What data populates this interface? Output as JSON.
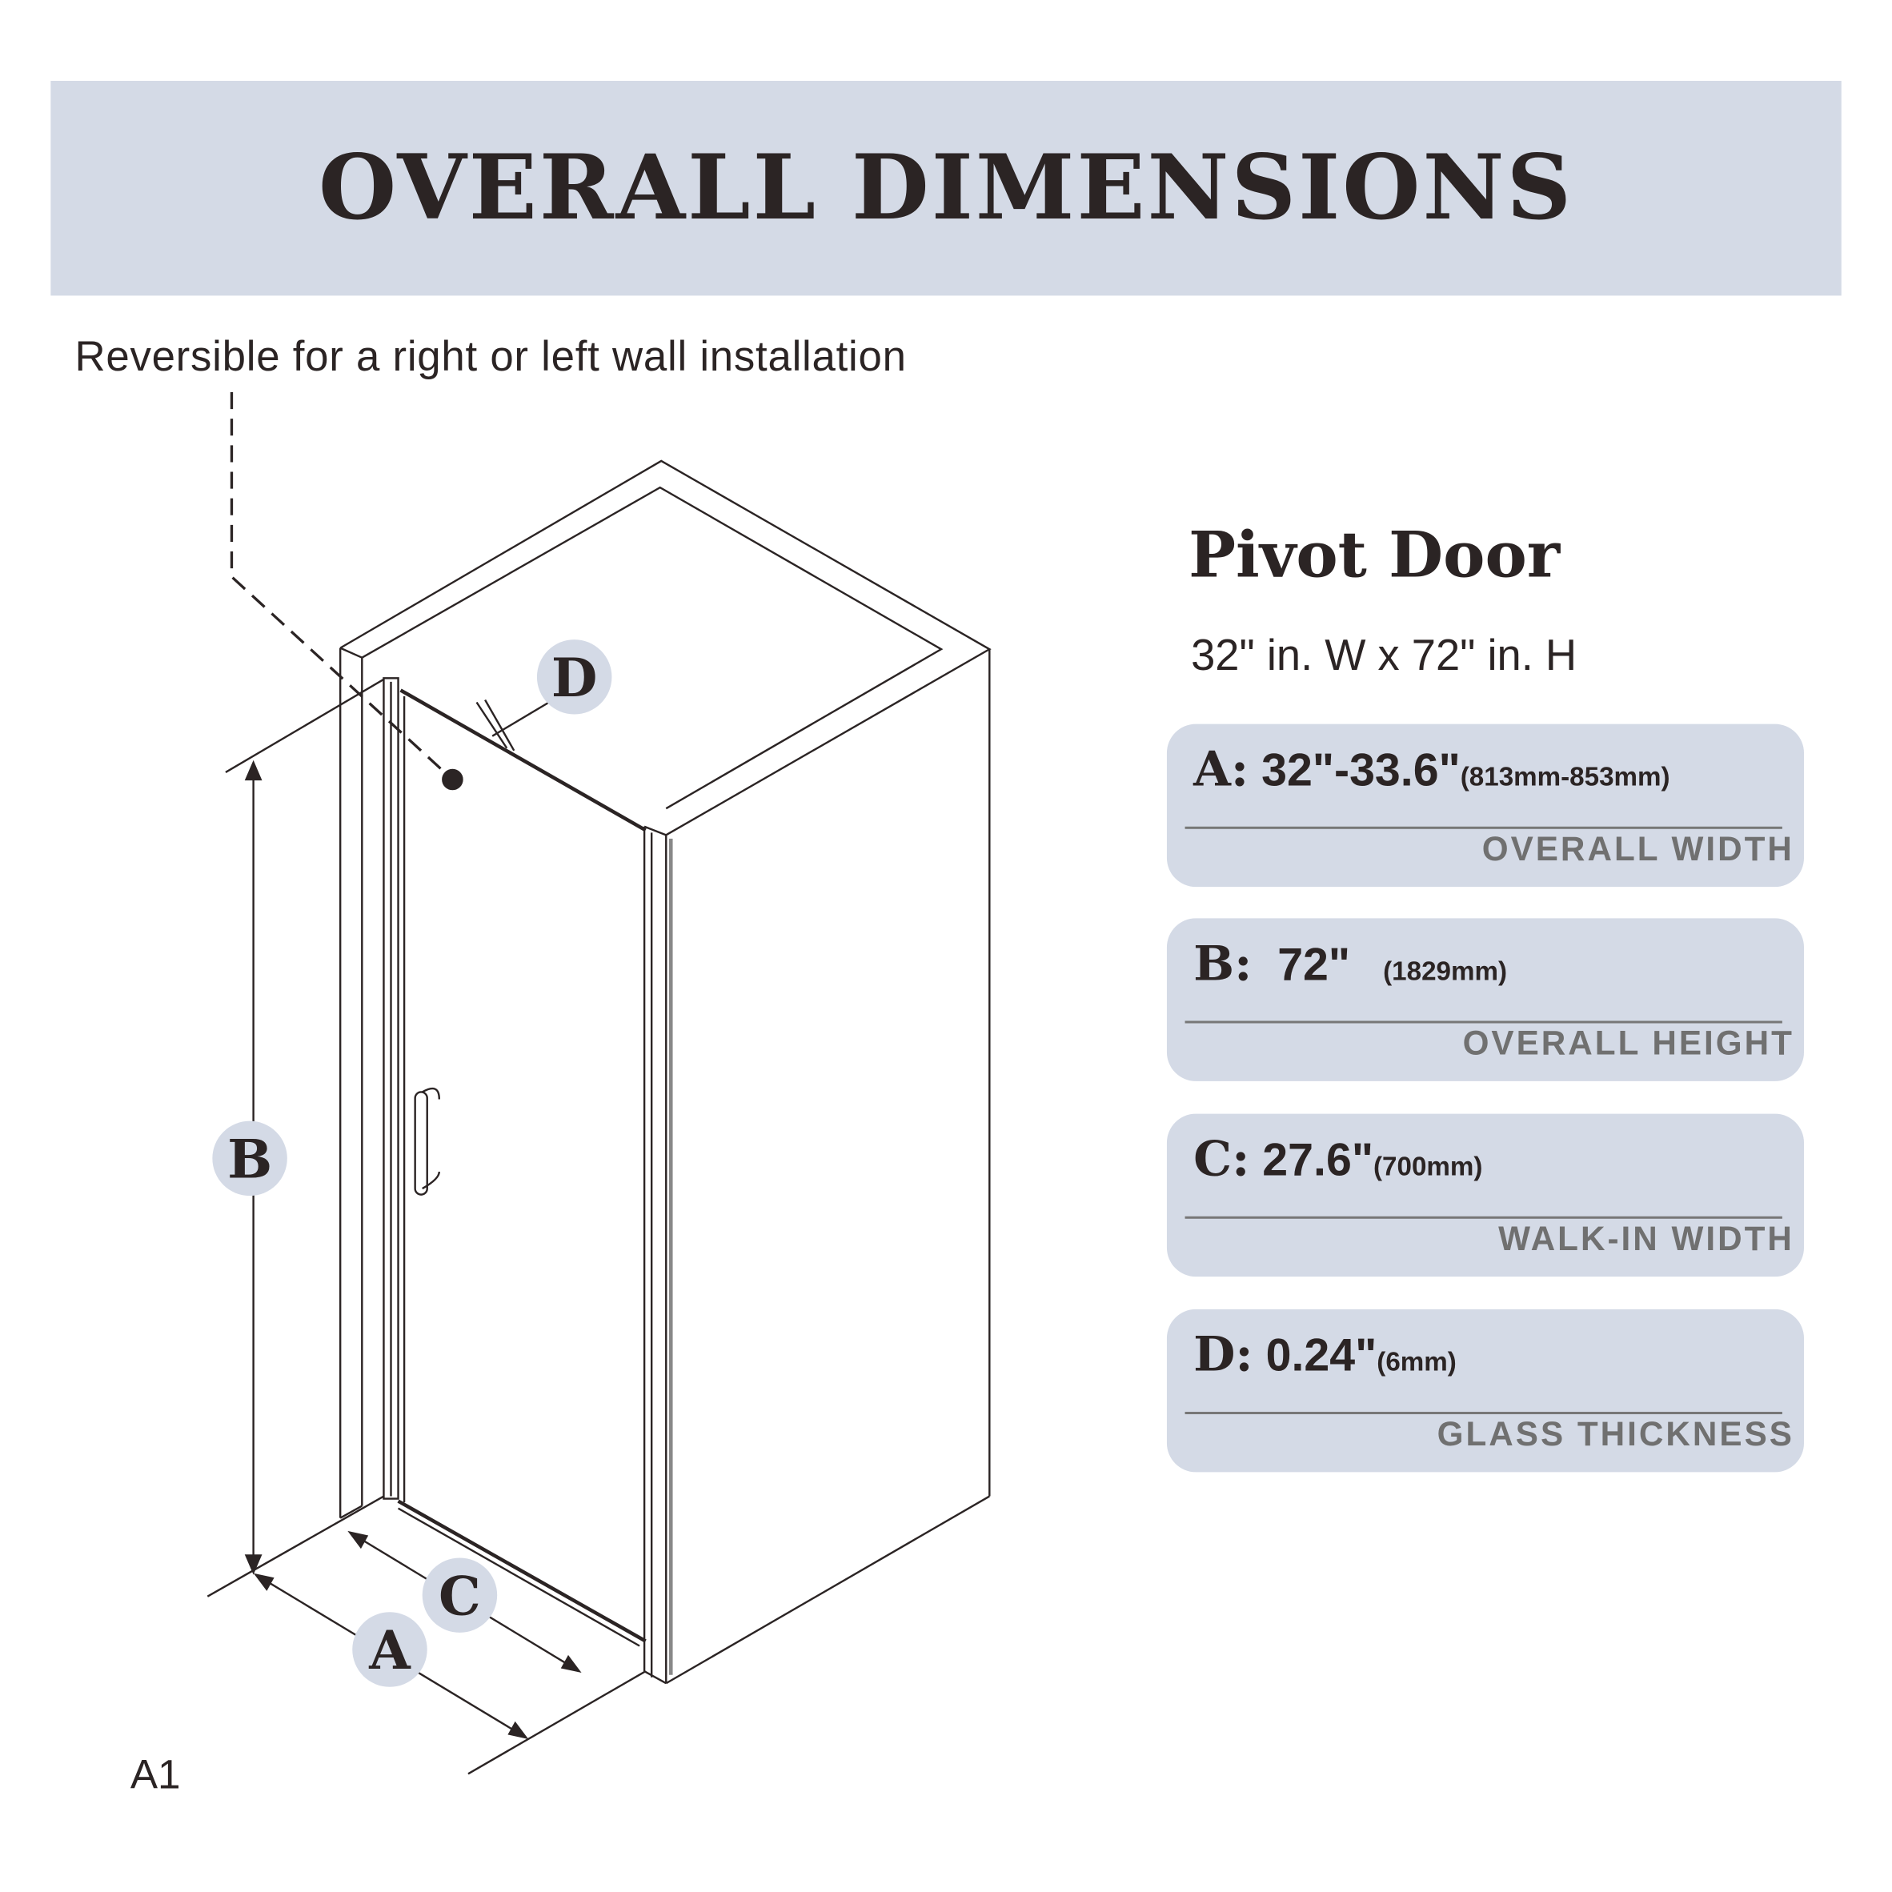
{
  "title": "OVERALL DIMENSIONS",
  "note": "Reversible for a right or left wall installation",
  "product": {
    "name": "Pivot Door",
    "size": "32\" in. W x 72\" in. H"
  },
  "specs": [
    {
      "key": "A:",
      "value": " 32\"-33.6\"",
      "mm": "(813mm-853mm)",
      "label": "OVERALL WIDTH"
    },
    {
      "key": "B:",
      "value": "  72\"  ",
      "mm": " (1829mm)",
      "label": "OVERALL HEIGHT"
    },
    {
      "key": "C:",
      "value": " 27.6\"",
      "mm": "(700mm)",
      "label": "WALK-IN WIDTH"
    },
    {
      "key": "D:",
      "value": " 0.24\"",
      "mm": "(6mm)",
      "label": "GLASS THICKNESS"
    }
  ],
  "diagram_labels": {
    "a": "A",
    "b": "B",
    "c": "C",
    "d": "D"
  },
  "figure_id": "A1"
}
